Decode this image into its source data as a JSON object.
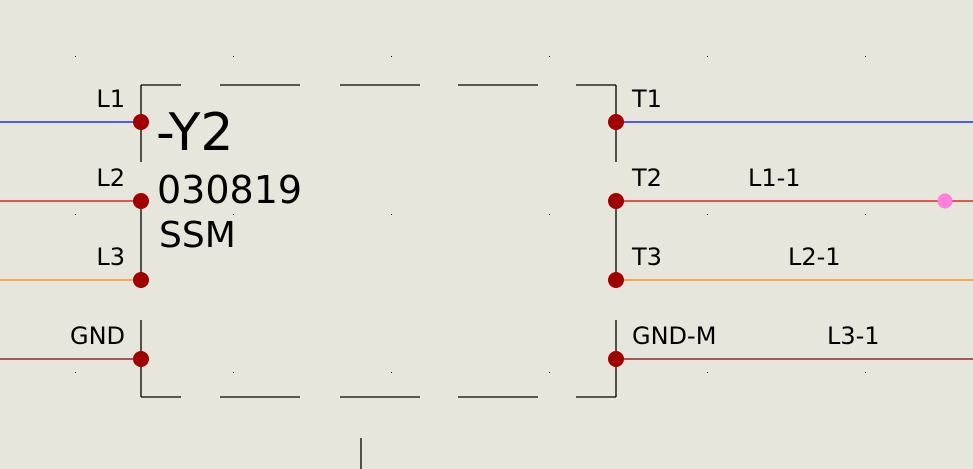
{
  "component": {
    "designation": "-Y2",
    "part_number": "030819",
    "type": "SSM",
    "input_pins": [
      "L1",
      "L2",
      "L3",
      "GND"
    ],
    "output_pins": [
      "T1",
      "T2",
      "T3",
      "GND-M"
    ]
  },
  "nets": {
    "labels": [
      "L1-1",
      "L2-1",
      "L3-1"
    ]
  },
  "colors": {
    "background": "#e6e6dc",
    "wire_l1": "#0000ff",
    "wire_l2": "#e00000",
    "wire_l3": "#ff8000",
    "wire_gnd": "#800000",
    "connection_point": "#a00000",
    "selection_marker": "#ff80e0"
  }
}
